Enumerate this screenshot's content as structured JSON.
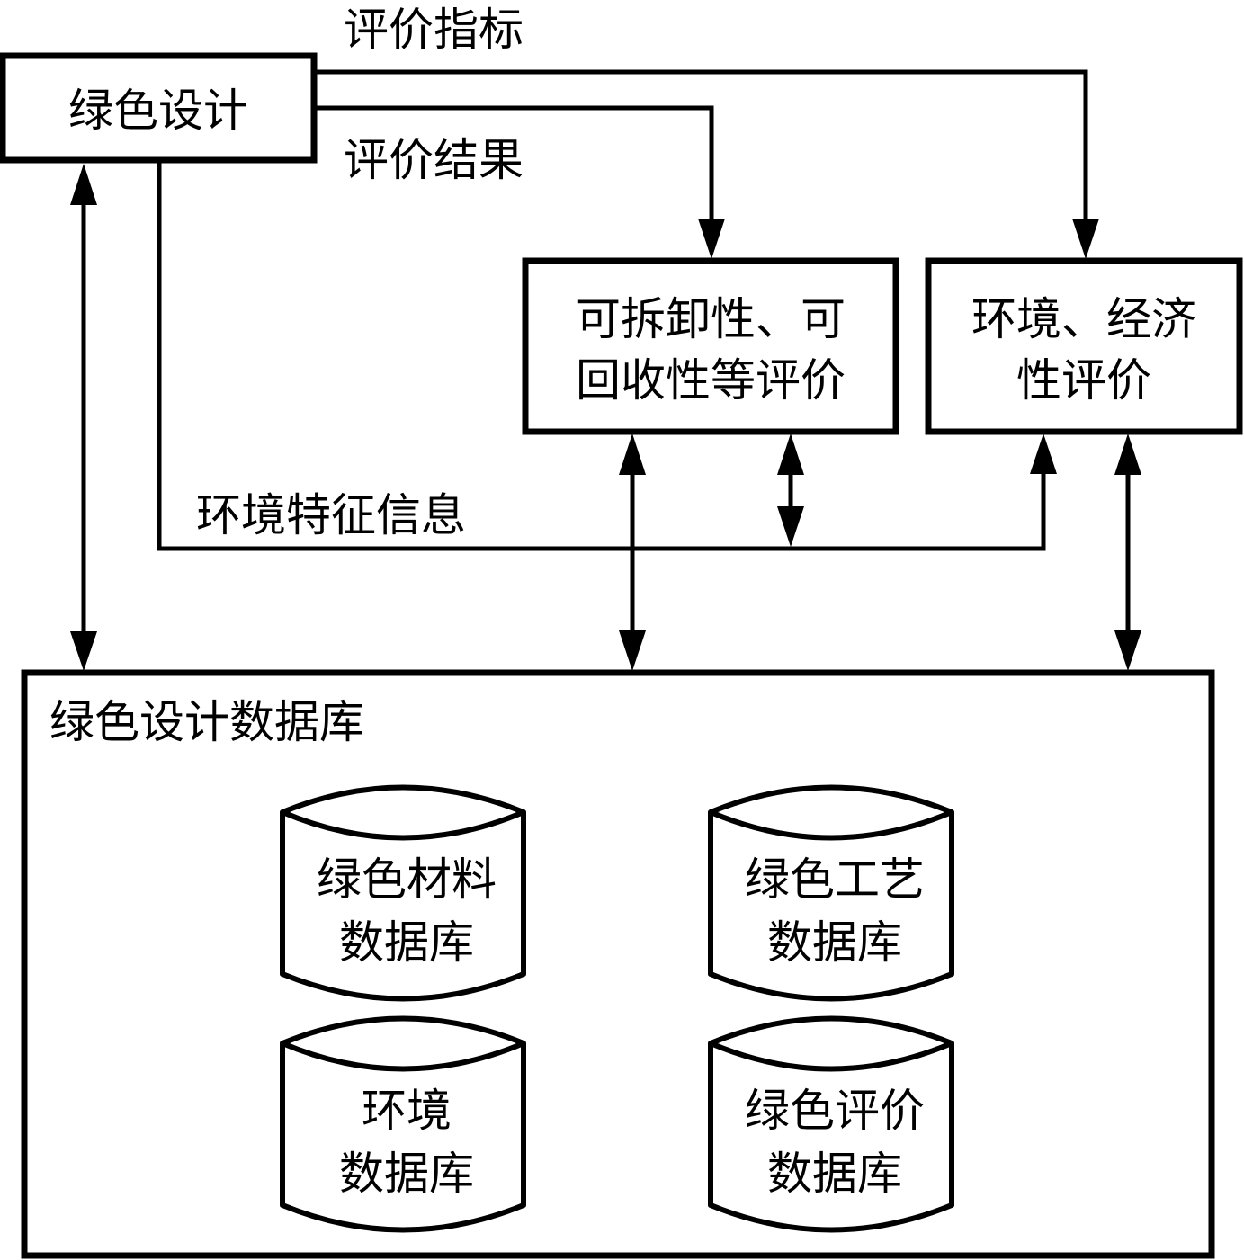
{
  "diagram": {
    "nodes": {
      "green_design": {
        "label": "绿色设计"
      },
      "disassembly_eval": {
        "lines": [
          "可拆卸性、可",
          "回收性等评价"
        ]
      },
      "env_econ_eval": {
        "lines": [
          "环境、经济",
          "性评价"
        ]
      },
      "green_design_db": {
        "label": "绿色设计数据库"
      }
    },
    "edge_labels": {
      "eval_indicators": "评价指标",
      "eval_results": "评价结果",
      "env_feature_info": "环境特征信息"
    },
    "databases": [
      {
        "lines": [
          "绿色材料",
          "数据库"
        ]
      },
      {
        "lines": [
          "绿色工艺",
          "数据库"
        ]
      },
      {
        "lines": [
          "环境",
          "数据库"
        ]
      },
      {
        "lines": [
          "绿色评价",
          "数据库"
        ]
      }
    ]
  }
}
